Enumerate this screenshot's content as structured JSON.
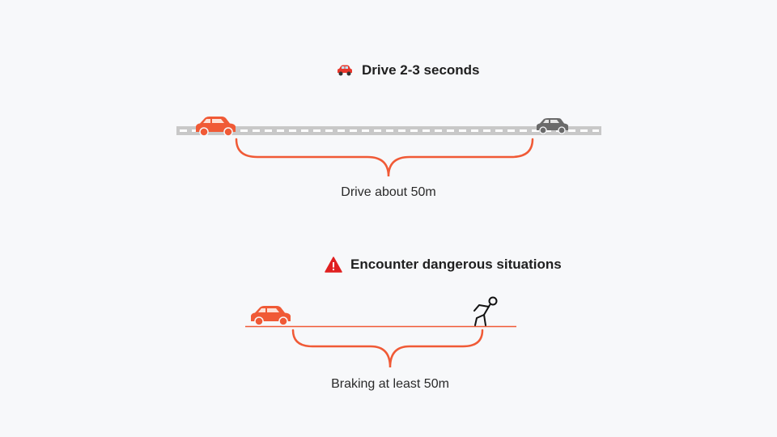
{
  "section_drive": {
    "heading": "Drive 2-3 seconds",
    "heading_icon": "red-car-icon",
    "distance_label": "Drive about 50m",
    "road_color": "#c8c8c8",
    "lead_car_color": "#f05a36",
    "far_car_color": "#6a6a6a"
  },
  "section_danger": {
    "heading": "Encounter dangerous situations",
    "heading_icon": "warning-triangle-icon",
    "distance_label": "Braking at least 50m",
    "ground_color": "#f05a36",
    "pedestrian_icon": "falling-pedestrian-icon"
  },
  "colors": {
    "accent": "#f05a36",
    "warning": "#e02020",
    "background": "#f7f8fa"
  }
}
